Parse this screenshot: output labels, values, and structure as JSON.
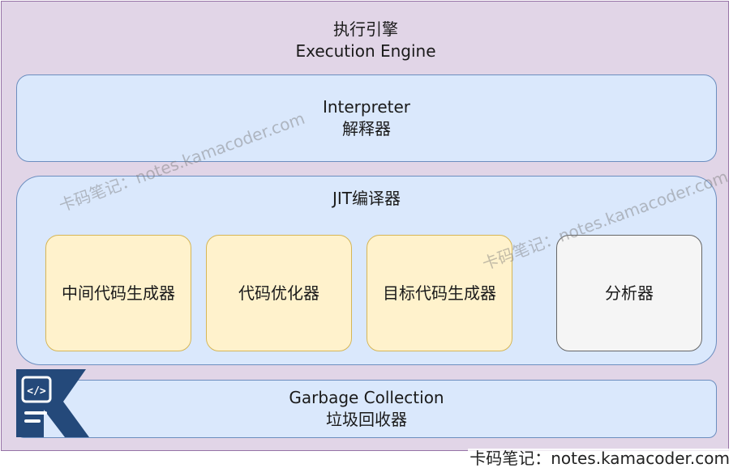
{
  "engine": {
    "title_cn": "执行引擎",
    "title_en": "Execution Engine"
  },
  "interpreter": {
    "label_en": "Interpreter",
    "label_cn": "解释器"
  },
  "jit": {
    "label": "JIT编译器",
    "components": [
      {
        "label": "中间代码生成器"
      },
      {
        "label": "代码优化器"
      },
      {
        "label": "目标代码生成器"
      },
      {
        "label": "分析器"
      }
    ]
  },
  "gc": {
    "label_en": "Garbage Collection",
    "label_cn": "垃圾回收器"
  },
  "watermark": {
    "text": "卡码笔记：notes.kamacoder.com"
  },
  "footer": {
    "text": "卡码笔记：notes.kamacoder.com"
  },
  "colors": {
    "container_fill": "#e1d5e7",
    "container_stroke": "#9673a6",
    "blue_fill": "#dae8fc",
    "blue_stroke": "#6c8ebf",
    "yellow_fill": "#fff2cc",
    "yellow_stroke": "#d6b656",
    "gray_fill": "#f5f5f5",
    "logo": "#24497a"
  }
}
